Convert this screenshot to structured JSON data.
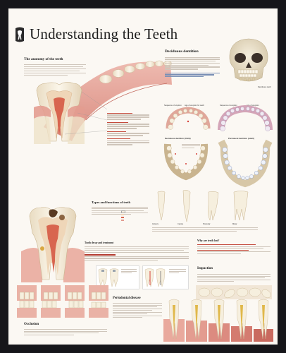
{
  "poster": {
    "title": "Understanding the Teeth",
    "sections": {
      "anatomy": "The anatomy of the teeth",
      "deciduous": "Deciduous dentition",
      "types": "Types and functions of teeth",
      "decay": "Tooth decay and treatment",
      "why_lost": "Why are teeth lost?",
      "impaction": "Impaction",
      "periodontal": "Periodontal disease",
      "occlusion": "Occlusion"
    },
    "labels": {
      "eruption_1": "Sequence of eruption",
      "eruption_2": "Age of eruption for teeth",
      "eruption_3": "Sequence of eruption",
      "eruption_4": "Age of eruption",
      "decid_teeth": "Deciduous dentition (Child)",
      "perm_teeth": "Permanent dentition (Adult)",
      "skull_note": "Deciduous teeth",
      "tooth_types": [
        "Incisors",
        "Canine",
        "Premolar",
        "Molar"
      ]
    },
    "colors": {
      "frame": "#16161a",
      "poster_bg": "#fbf8f3",
      "gum": "#e7a79c",
      "enamel": "#f4ecd9",
      "pulp": "#d8654f",
      "accent_red": "#b23a2e"
    }
  }
}
